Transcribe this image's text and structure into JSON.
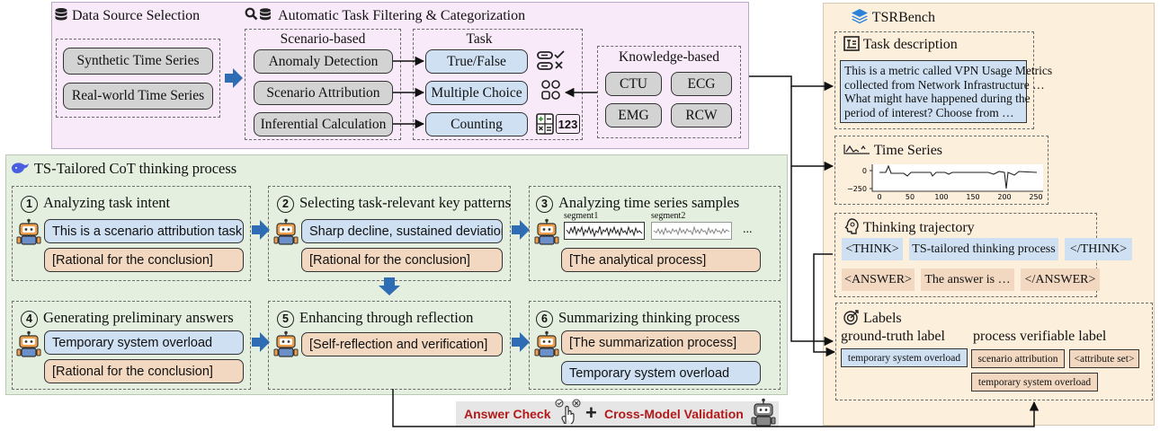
{
  "data_source": {
    "title": "Data Source Selection",
    "items": [
      "Synthetic Time Series",
      "Real-world Time Series"
    ]
  },
  "filtering": {
    "title": "Automatic Task  Filtering & Categorization",
    "scenario_title": "Scenario-based",
    "scenario_items": [
      "Anomaly Detection",
      "Scenario Attribution",
      "Inferential Calculation"
    ],
    "task_title": "Task",
    "task_items": [
      "True/False",
      "Multiple Choice",
      "Counting"
    ],
    "counting_icon_text": "123",
    "knowledge_title": "Knowledge-based",
    "knowledge_items": [
      "CTU",
      "ECG",
      "EMG",
      "RCW"
    ]
  },
  "cot": {
    "title": "TS-Tailored CoT thinking process",
    "steps": [
      {
        "num": "1",
        "title": "Analyzing task intent",
        "line1": "This is a scenario attribution task.",
        "line2": "[Rational for the conclusion]"
      },
      {
        "num": "2",
        "title": "Selecting task-relevant key patterns",
        "line1": "Sharp decline, sustained deviation…",
        "line2": "[Rational for the conclusion]"
      },
      {
        "num": "3",
        "title": "Analyzing time series samples",
        "seg1": "segment1",
        "seg2": "segment2",
        "ellipsis": "...",
        "line2": "[The analytical process]"
      },
      {
        "num": "4",
        "title": "Generating preliminary answers",
        "line1": "Temporary system overload",
        "line2": "[Rational for the conclusion]"
      },
      {
        "num": "5",
        "title": "Enhancing through reflection",
        "line1": "[Self-reflection and verification]"
      },
      {
        "num": "6",
        "title": "Summarizing thinking process",
        "line1": "[The summarization process]",
        "line2": "Temporary system overload"
      }
    ]
  },
  "validation": {
    "answer_check": "Answer Check",
    "plus": "+",
    "cross_model": "Cross-Model Validation"
  },
  "bench": {
    "title": "TSRBench",
    "task_description": {
      "title": "Task description",
      "lines": [
        "This is a metric called VPN Usage Metrics",
        "collected from Network Infrastructure …",
        "What might have happened during the",
        "period of interest? Choose from …"
      ]
    },
    "time_series": {
      "title": "Time Series",
      "y_ticks": [
        "0",
        "−250"
      ],
      "x_ticks": [
        "0",
        "50",
        "100",
        "150",
        "200",
        "250"
      ]
    },
    "thinking": {
      "title": "Thinking trajectory",
      "row1": [
        "<THINK>",
        "TS-tailored thinking process",
        "</THINK>"
      ],
      "row2": [
        "<ANSWER>",
        "The answer is …",
        "</ANSWER>"
      ]
    },
    "labels": {
      "title": "Labels",
      "gt_title": "ground-truth label",
      "pv_title": "process verifiable label",
      "gt_value": "temporary system overload",
      "pv_values": [
        "scenario attribution",
        "<attribute set>",
        "temporary system overload"
      ]
    }
  },
  "colors": {
    "arrow_blue": "#2e6db4",
    "validation_red": "#b21a1a",
    "pill_blue": "#cfe0f2",
    "pill_tan": "#f2d8c0",
    "pill_gray": "#d3d3d3"
  }
}
